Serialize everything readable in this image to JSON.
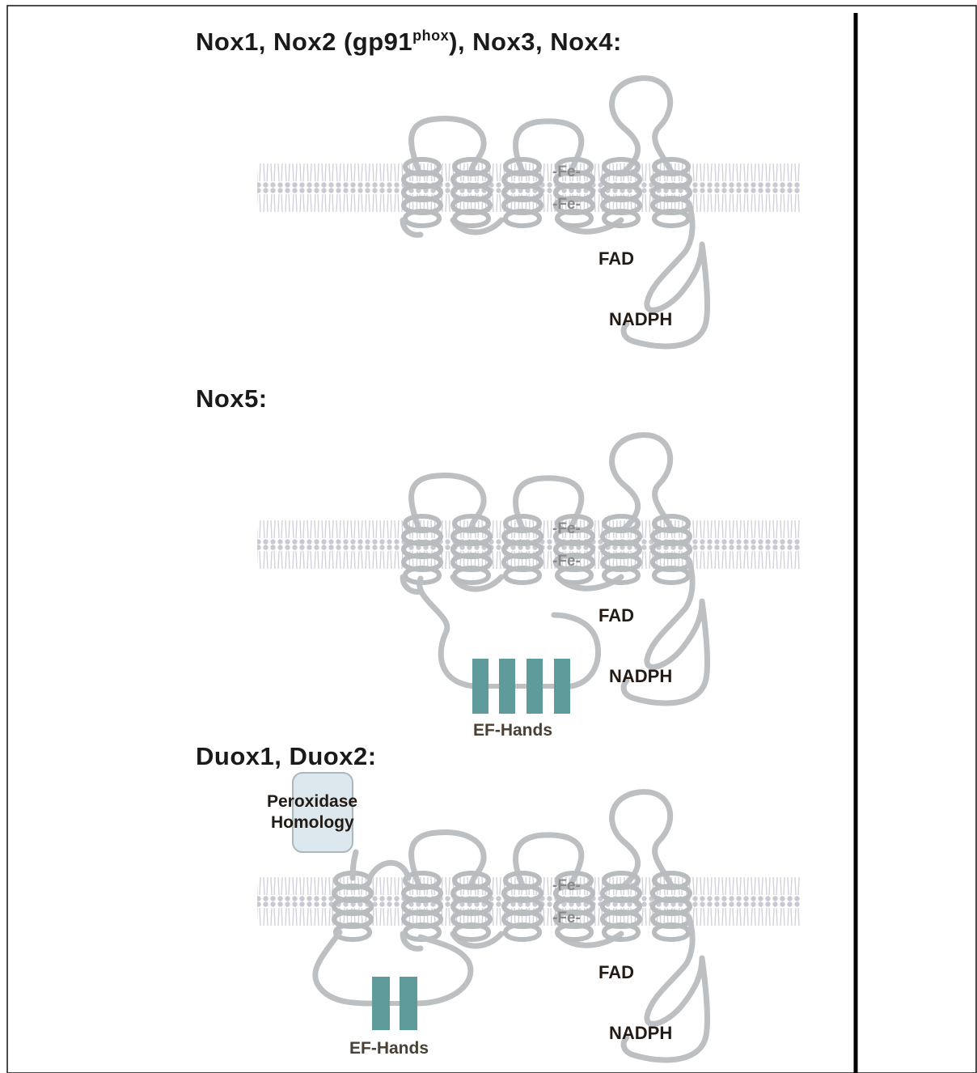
{
  "panels": [
    {
      "title": "Nox1, Nox2 (gp91",
      "title_sup": "phox",
      "title_end": "), Nox3, Nox4:",
      "fe_top": "-Fe-",
      "fe_bottom": "-Fe-",
      "fad": "FAD",
      "nadph": "NADPH"
    },
    {
      "title": "Nox5:",
      "fe_top": "-Fe-",
      "fe_bottom": "-Fe-",
      "fad": "FAD",
      "nadph": "NADPH",
      "ef_hands": "EF-Hands",
      "ef_hand_count": 4
    },
    {
      "title": "Duox1, Duox2:",
      "fe_top": "-Fe-",
      "fe_bottom": "-Fe-",
      "fad": "FAD",
      "nadph": "NADPH",
      "ef_hands": "EF-Hands",
      "ef_hand_count": 2,
      "peroxidase_line1": "Peroxidase",
      "peroxidase_line2": "Homology"
    }
  ],
  "colors": {
    "chain": "#bcc0c3",
    "ef_hand": "#5f9b9b",
    "peroxidase_box": "#dce8ee",
    "membrane": "#c8c8d2"
  }
}
